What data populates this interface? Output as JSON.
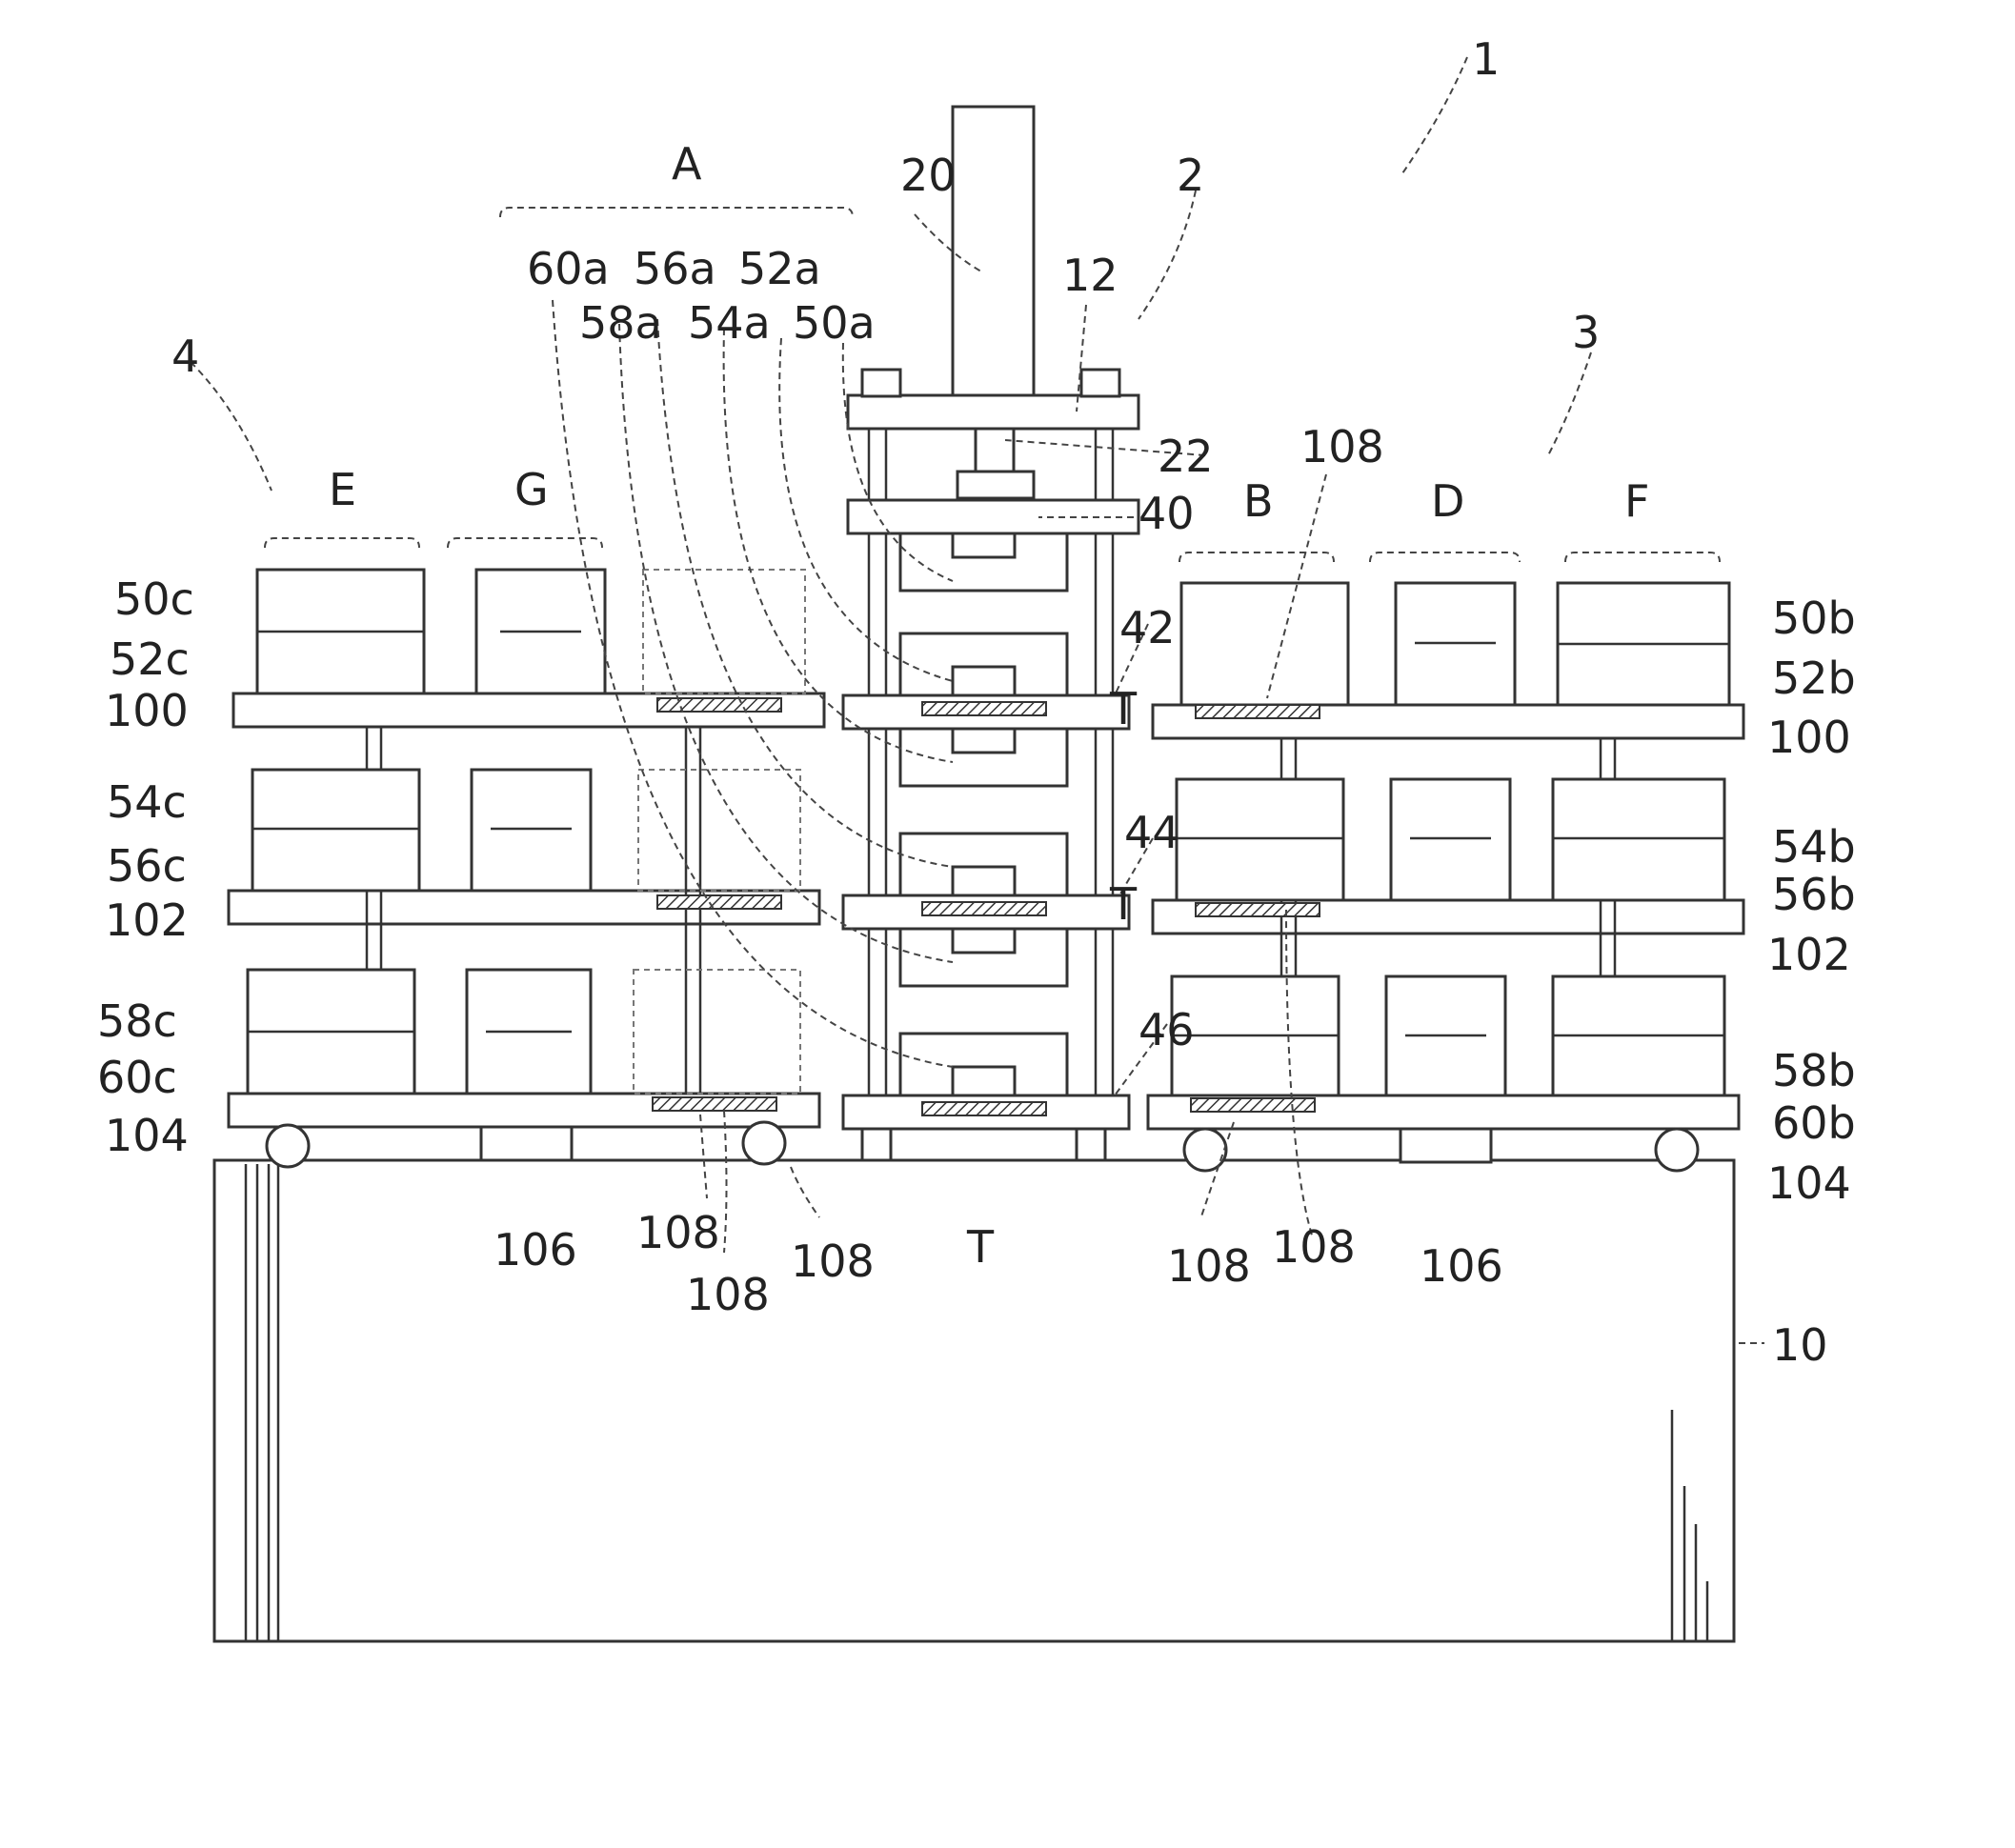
{
  "labels": {
    "assembly": "1",
    "center_press": "2",
    "right_unit": "3",
    "left_unit": "4",
    "base": "10",
    "top_plate": "12",
    "press_rod": "20",
    "press_bar": "22",
    "plate_40": "40",
    "plate_42": "42",
    "plate_44": "44",
    "plate_46": "46",
    "group_a": "A",
    "group_b": "B",
    "group_d": "D",
    "group_e": "E",
    "group_f": "F",
    "group_g": "G",
    "die_50a": "50a",
    "die_52a": "52a",
    "die_54a": "54a",
    "die_56a": "56a",
    "die_58a": "58a",
    "die_60a": "60a",
    "die_50b": "50b",
    "die_52b": "52b",
    "die_54b": "54b",
    "die_56b": "56b",
    "die_58b": "58b",
    "die_60b": "60b",
    "die_50c": "50c",
    "die_52c": "52c",
    "die_54c": "54c",
    "die_56c": "56c",
    "die_58c": "58c",
    "die_60c": "60c",
    "shelf_100": "100",
    "shelf_102": "102",
    "shelf_104": "104",
    "support_106": "106",
    "pad_108": "108",
    "workpiece_t": "T"
  }
}
